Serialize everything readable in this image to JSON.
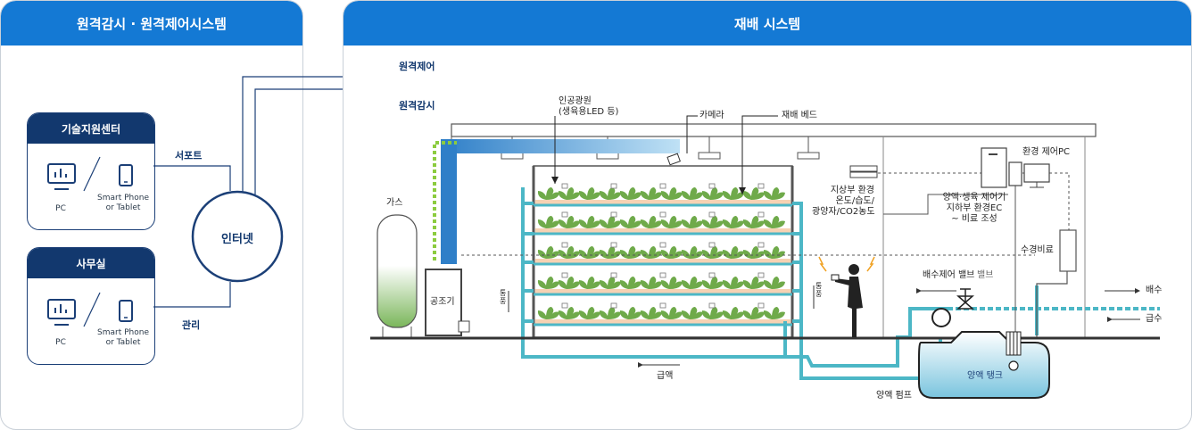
{
  "left_panel": {
    "title": "원격감시 · 원격제어시스템",
    "cards": [
      {
        "title": "기술지원센터",
        "pc_label": "PC",
        "phone_label_1": "Smart Phone",
        "phone_label_2": "or Tablet"
      },
      {
        "title": "사무실",
        "pc_label": "PC",
        "phone_label_1": "Smart Phone",
        "phone_label_2": "or Tablet"
      }
    ],
    "support_label": "서포트",
    "manage_label": "관리",
    "internet_label": "인터넷"
  },
  "right_panel": {
    "title": "재배 시스템",
    "remote_control": "원격제어",
    "remote_monitor": "원격감시",
    "labels": {
      "artificial_light_1": "인공광원",
      "artificial_light_2": "(생육용LED 등)",
      "camera": "카메라",
      "bed": "재배 베드",
      "gas": "가스",
      "aircon": "공조기",
      "env_pc": "환경 제어PC",
      "ground_env_1": "지상부 환경",
      "ground_env_2": "온도/습도/",
      "ground_env_3": "광양자/CO2농도",
      "nutrient_ctrl_1": "양액·생육 제어기",
      "nutrient_ctrl_2": "지하부 환경EC",
      "nutrient_ctrl_3": "~ 비료 조성",
      "fertilizer": "수경비료",
      "drain_valve": "배수제어 밸브",
      "valve": "밸브",
      "drain": "배수",
      "water_supply": "급수",
      "supply_liquid": "급액",
      "tank": "양액 탱크",
      "pump": "양액 펌프",
      "airflow_left": "통풍",
      "airflow_right": "통풍"
    }
  },
  "colors": {
    "header_blue": "#1479d4",
    "navy": "#12386e",
    "pipe_teal": "#4cb7c6",
    "duct_blue": "#2f7fc8",
    "plant_green": "#6faa4a",
    "dashed_green": "#8ccc3f"
  }
}
